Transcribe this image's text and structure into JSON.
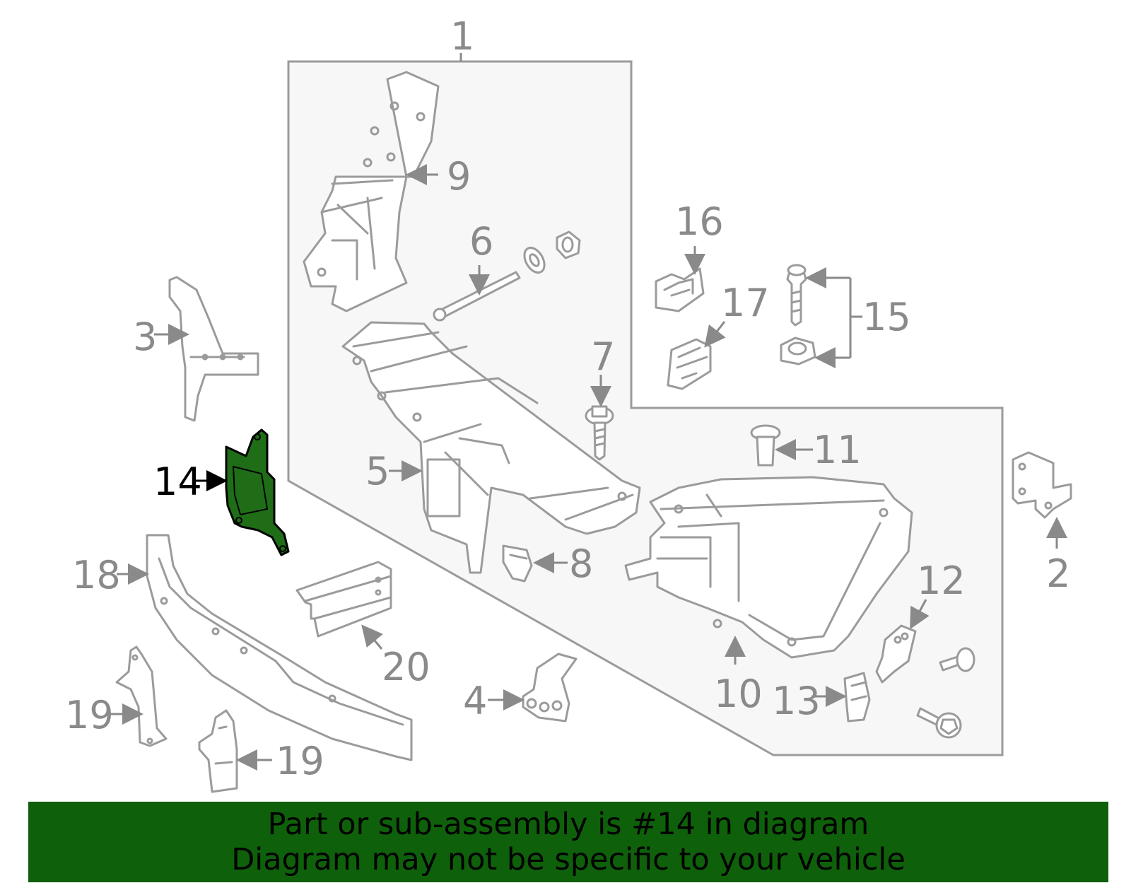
{
  "colors": {
    "highlight_part": "#1f6e17",
    "banner_background": "#0f600a",
    "callout_gray": "#8a8a8a",
    "group_fill": "#f7f7f7"
  },
  "callouts": {
    "c1": "1",
    "c2": "2",
    "c3": "3",
    "c4": "4",
    "c5": "5",
    "c6": "6",
    "c7": "7",
    "c8": "8",
    "c9": "9",
    "c10": "10",
    "c11": "11",
    "c12": "12",
    "c13": "13",
    "c14": "14",
    "c15": "15",
    "c16": "16",
    "c17": "17",
    "c18": "18",
    "c19a": "19",
    "c19b": "19",
    "c20": "20"
  },
  "highlighted_part": "14",
  "banner": {
    "line1": "Part or sub-assembly is #14 in diagram",
    "line2": "Diagram may not be specific to your vehicle"
  }
}
